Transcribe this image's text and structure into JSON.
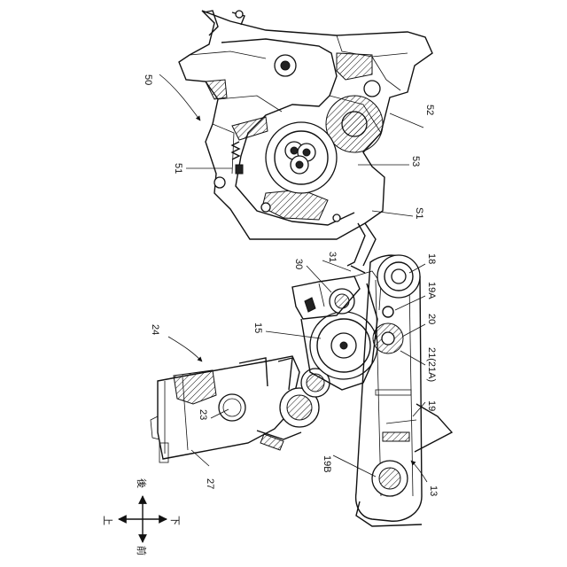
{
  "labels": {
    "l50": "50",
    "l51": "51",
    "l52": "52",
    "l53": "53",
    "lS1": "S1",
    "l31": "31",
    "l30": "30",
    "l18": "18",
    "l19A": "19A",
    "l20": "20",
    "l21": "21(21A)",
    "l19": "19",
    "l15": "15",
    "l24": "24",
    "l23": "23",
    "l27": "27",
    "l19B": "19B",
    "l13": "13"
  },
  "directions": {
    "up": "上",
    "down": "下",
    "front": "前",
    "rear": "後"
  }
}
